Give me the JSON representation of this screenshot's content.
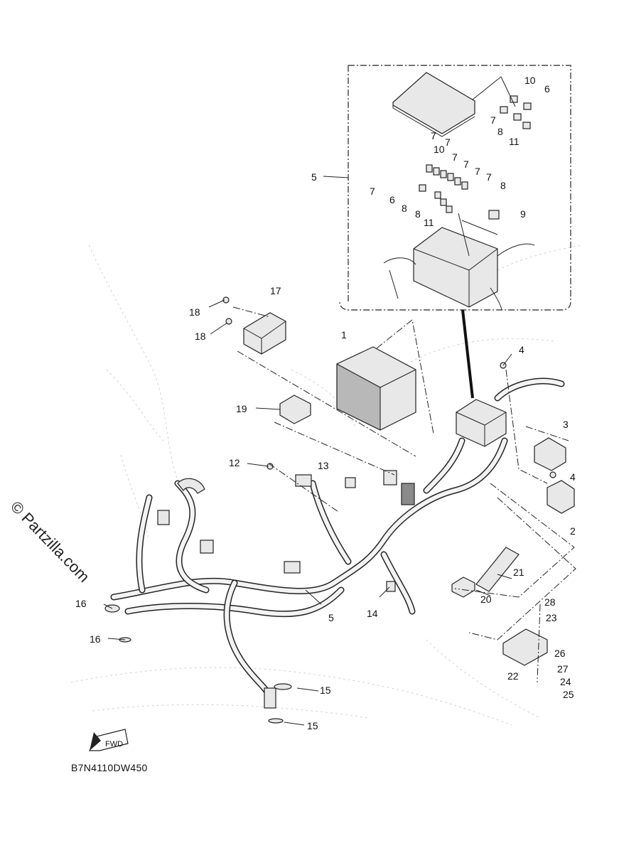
{
  "diagram": {
    "code": "B7N4110DW450",
    "watermark": "© Partzilla.com",
    "fwd_label": "FWD",
    "callouts": [
      "1",
      "2",
      "3",
      "4",
      "4",
      "5",
      "5",
      "6",
      "6",
      "7",
      "7",
      "7",
      "7",
      "7",
      "7",
      "7",
      "7",
      "8",
      "8",
      "8",
      "8",
      "9",
      "10",
      "10",
      "11",
      "11",
      "12",
      "13",
      "14",
      "15",
      "15",
      "16",
      "16",
      "17",
      "18",
      "18",
      "19",
      "20",
      "21",
      "22",
      "23",
      "24",
      "25",
      "26",
      "27",
      "28"
    ]
  }
}
